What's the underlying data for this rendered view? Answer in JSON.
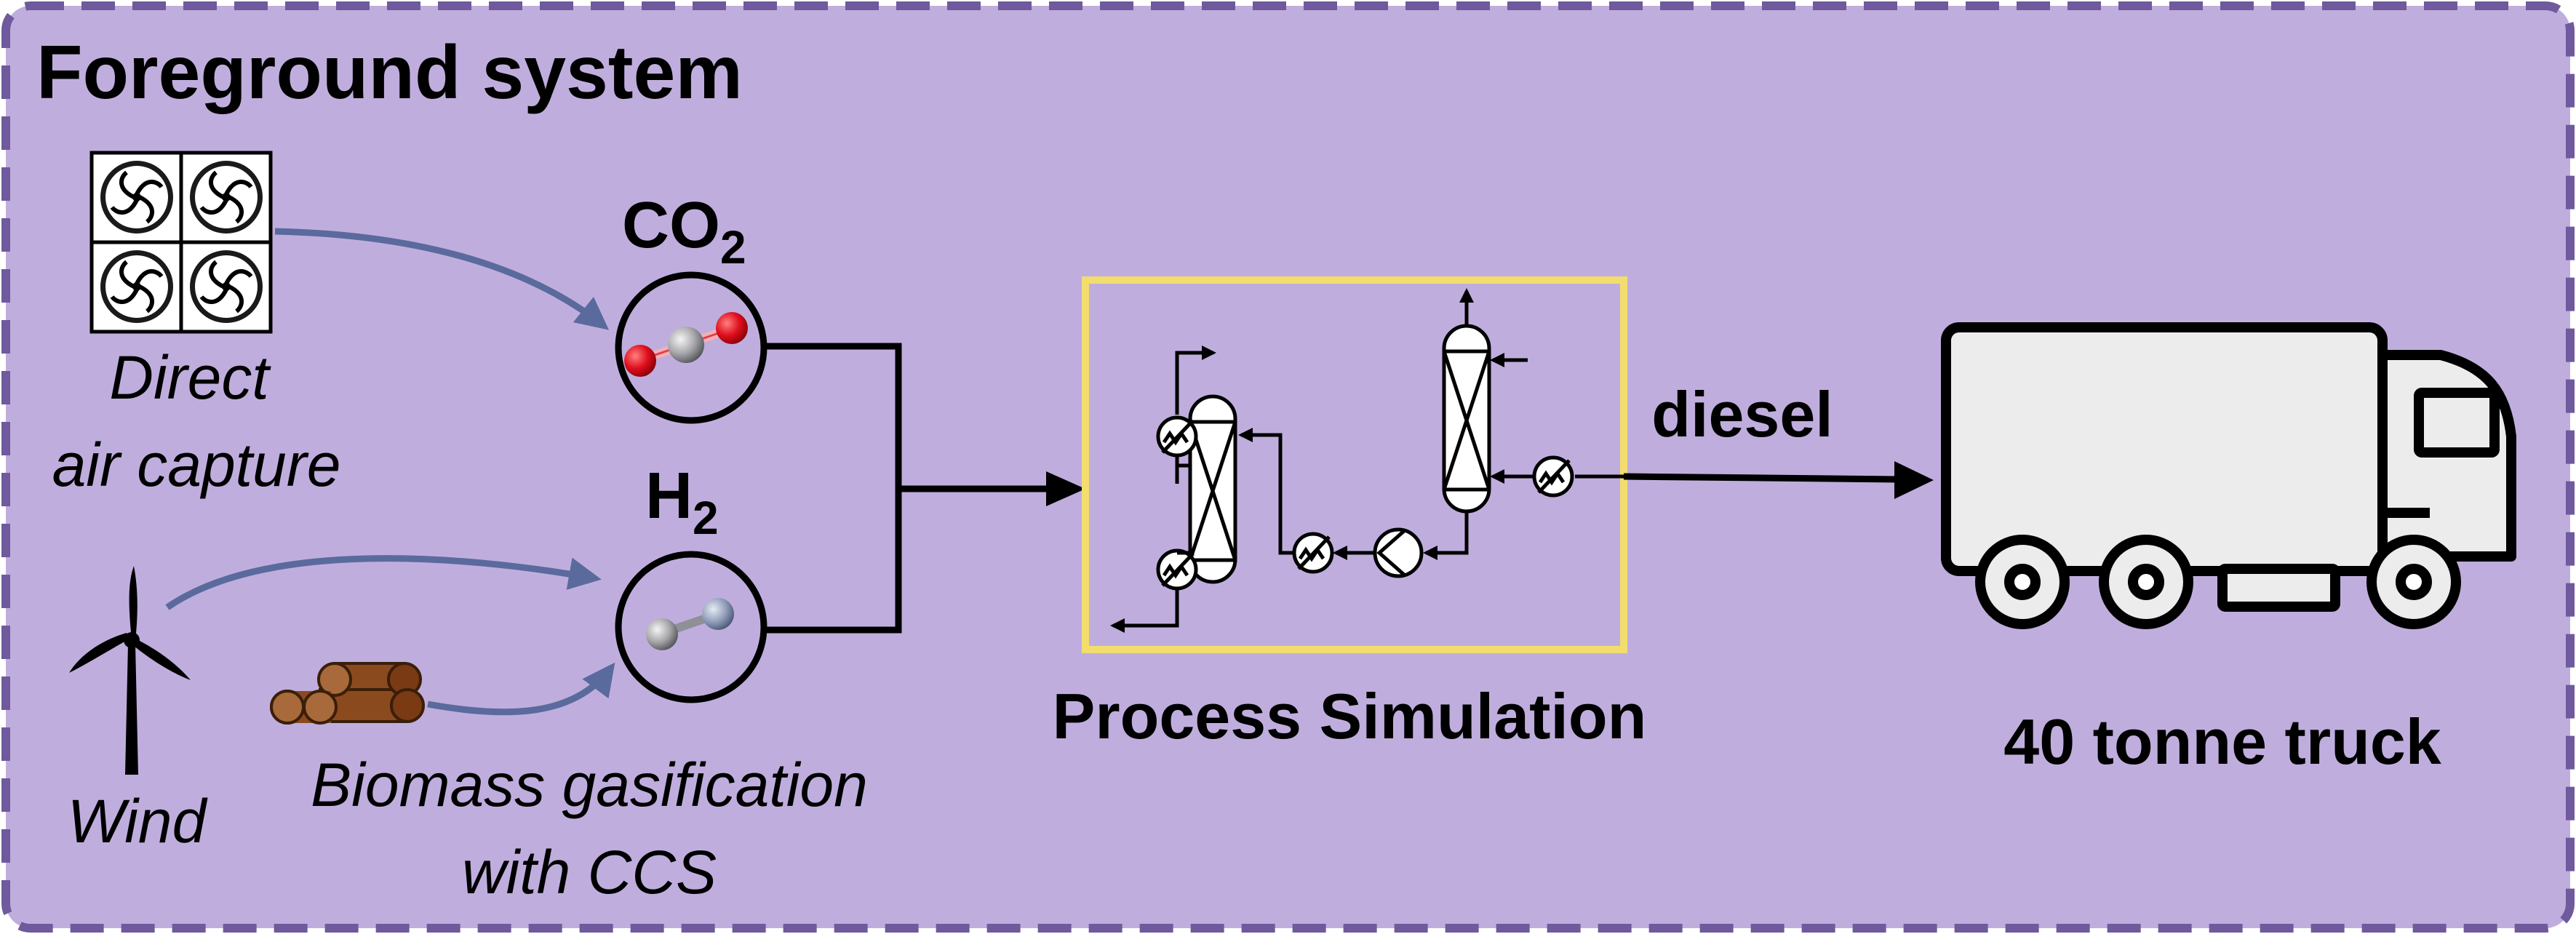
{
  "frame": {
    "title": "Foreground system",
    "background": "#bfaedd",
    "border_color": "#6e5a9c"
  },
  "inputs": {
    "dac_label_line1": "Direct",
    "dac_label_line2": "air capture",
    "wind_label": "Wind",
    "biomass_label_line1": "Biomass gasification",
    "biomass_label_line2": "with CCS"
  },
  "molecules": {
    "co2_base": "CO",
    "co2_sub": "2",
    "h2_base": "H",
    "h2_sub": "2"
  },
  "process": {
    "label": "Process Simulation",
    "box_color": "#f2dd6e"
  },
  "output": {
    "stream_label": "diesel",
    "truck_label": "40 tonne truck"
  },
  "colors": {
    "arrow_blue": "#5a6a9c",
    "oxygen_red": "#e00f1e",
    "wood_brown": "#8b4a1e",
    "truck_fill": "#ececec"
  }
}
